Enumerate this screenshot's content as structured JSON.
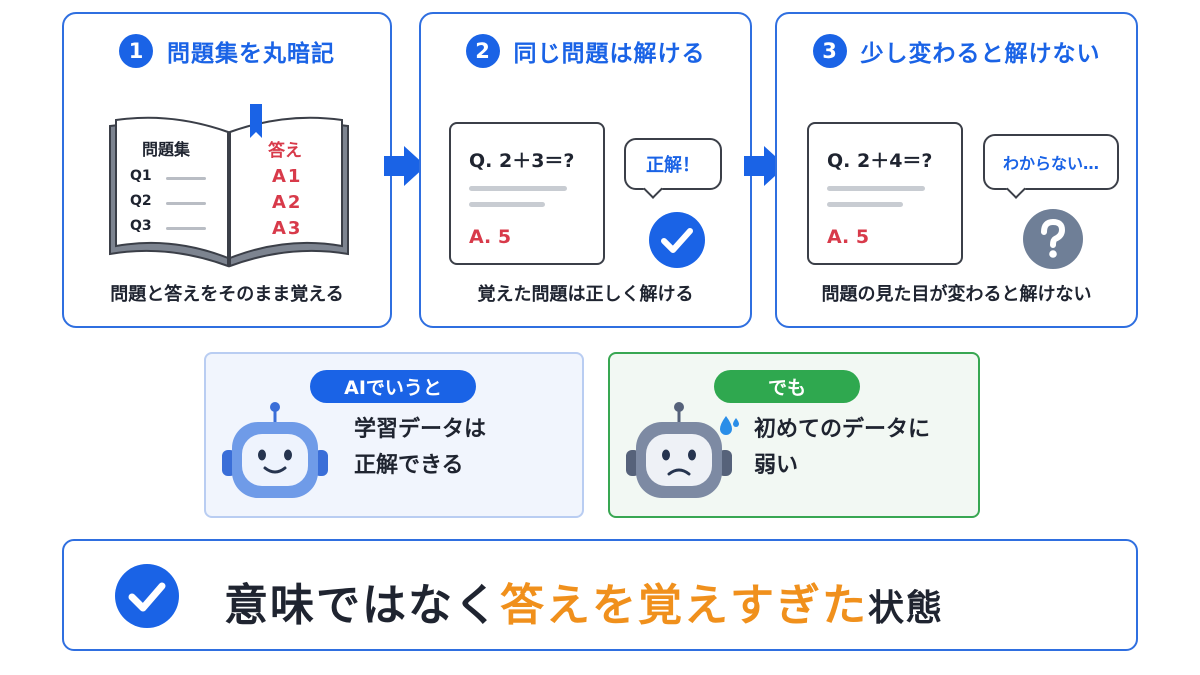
{
  "steps": [
    {
      "number": "1",
      "title": "問題集を丸暗記",
      "caption": "問題と答えをそのまま覚える"
    },
    {
      "number": "2",
      "title": "同じ問題は解ける",
      "caption": "覚えた問題は正しく解ける"
    },
    {
      "number": "3",
      "title": "少し変わると解けない",
      "caption": "問題の見た目が変わると解けない"
    }
  ],
  "book": {
    "left_title": "問題集",
    "questions": [
      "Q1",
      "Q2",
      "Q3"
    ],
    "right_title": "答え",
    "answers": [
      "A1",
      "A2",
      "A3"
    ]
  },
  "quiz_same": {
    "question": "Q. 2＋3＝?",
    "answer": "A. 5",
    "bubble": "正解！"
  },
  "quiz_changed": {
    "question": "Q. 2＋4＝?",
    "answer": "A. 5",
    "bubble": "わからない…"
  },
  "ai_box": {
    "pill": "AIでいうと",
    "line1": "学習データは",
    "line2": "正解できる"
  },
  "but_box": {
    "pill": "でも",
    "line1": "初めてのデータに",
    "line2": "弱い"
  },
  "conclusion": {
    "part1": "意味ではなく",
    "highlight": "答えを覚えすぎた",
    "part2": "状態"
  },
  "icons": [
    "book-icon",
    "arrow-right-icon",
    "check-circle-icon",
    "question-circle-icon",
    "robot-happy-icon",
    "robot-sad-icon",
    "sweat-drop-icon"
  ],
  "colors": {
    "primary": "#1a63e6",
    "answer_red": "#d83a4a",
    "highlight_orange": "#f0901c",
    "success_green": "#2fa84f",
    "ai_box_bg": "#f1f5fd",
    "but_box_bg": "#f2f8f3"
  }
}
